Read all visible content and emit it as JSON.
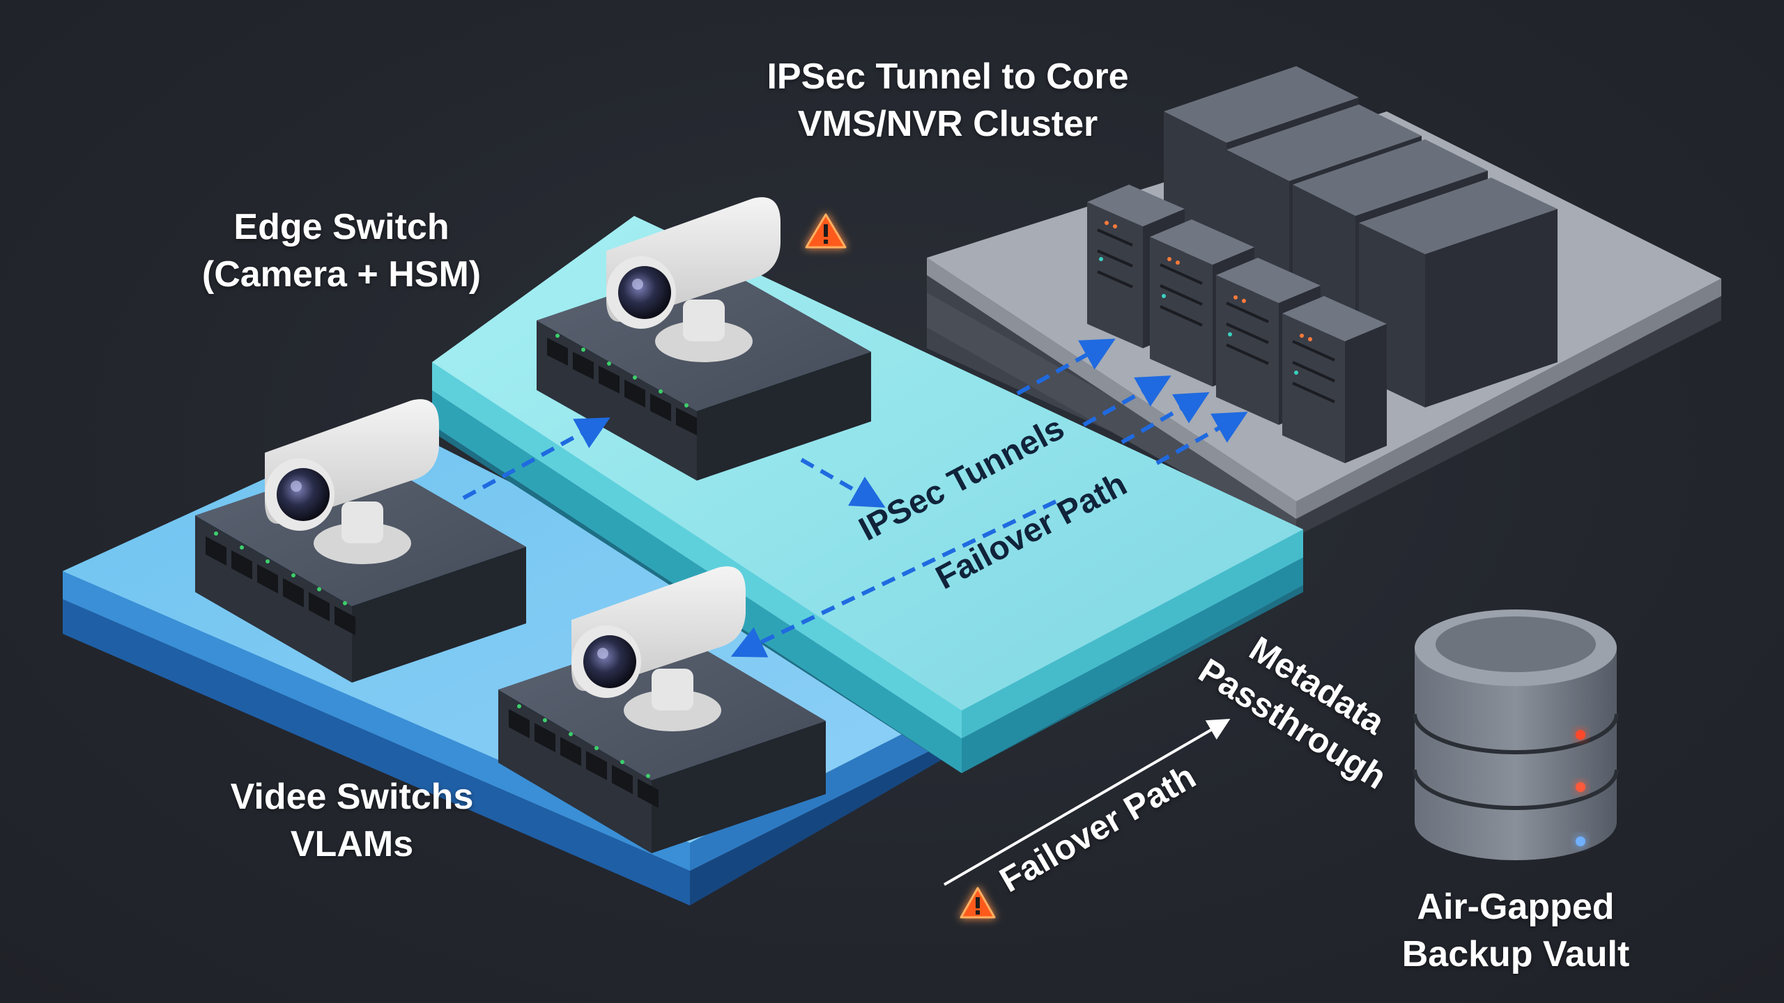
{
  "labels": {
    "core": {
      "line1": "IPSec Tunnel to Core",
      "line2": "VMS/NVR Cluster"
    },
    "edge": {
      "line1": "Edge Switch",
      "line2": "(Camera + HSM)"
    },
    "video": {
      "line1": "Videe Switchs",
      "line2": "VLAMs"
    },
    "vault": {
      "line1": "Air-Gapped",
      "line2": "Backup Vault"
    },
    "ipsec_tunnels": "IPSec Tunnels",
    "failover_path_upper": "Failover Path",
    "metadata": "Metadata",
    "passthrough": "Passthrough",
    "failover_path_lower": "Failover Path"
  },
  "colors": {
    "background": "#24272e",
    "edge_zone": "#8fe3ea",
    "video_zone": "#5bb6ea",
    "core_platform": "#9aa0aa",
    "tunnel_arrow": "#1f5fd6",
    "warning": "#ff5a1f"
  },
  "icons": [
    "camera-icon",
    "switch-icon",
    "server-icon",
    "database-icon",
    "warning-icon",
    "arrow-icon"
  ]
}
